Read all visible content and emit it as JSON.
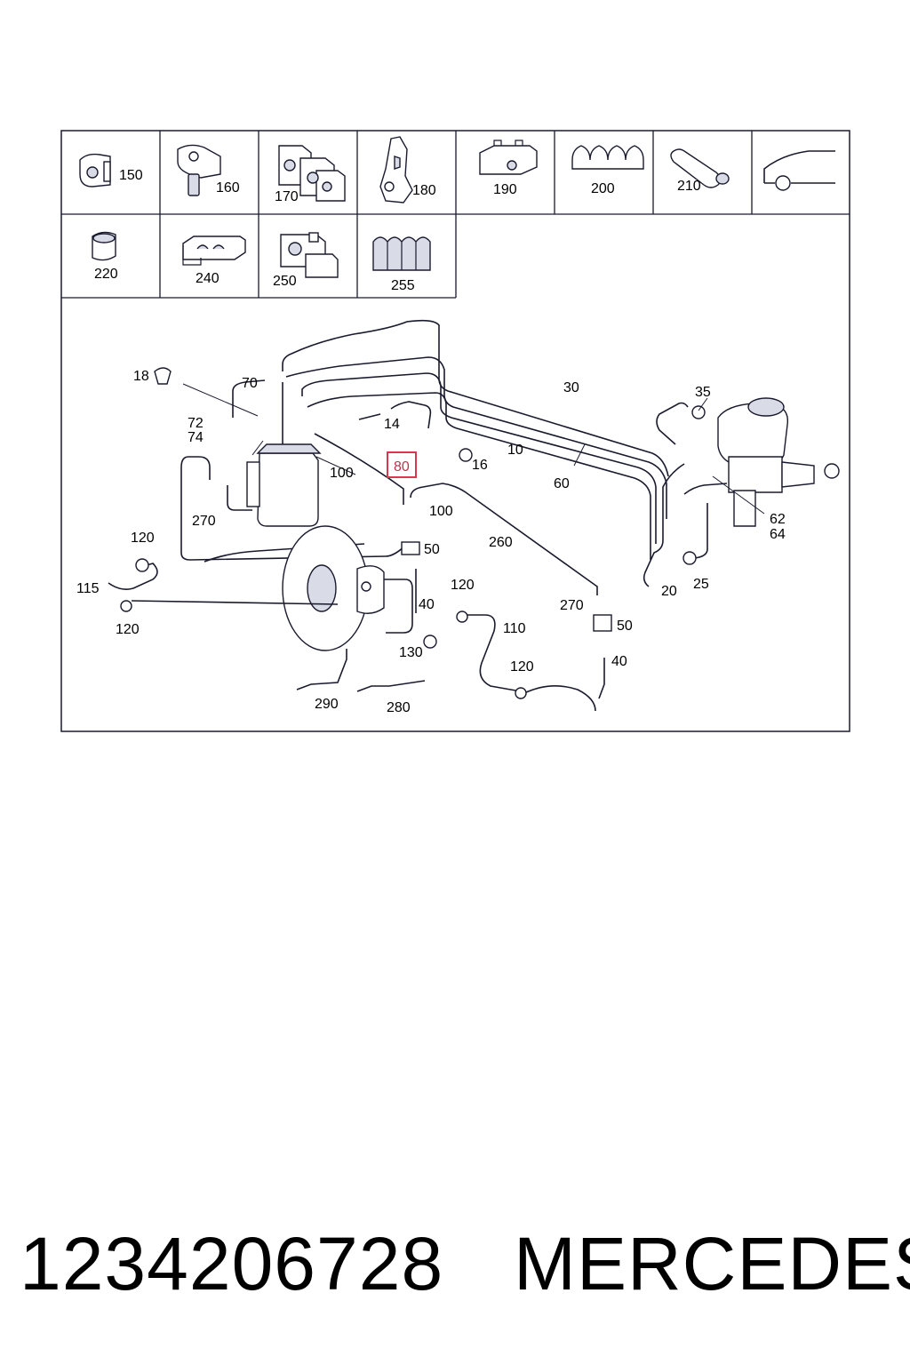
{
  "legend_tiles": [
    {
      "label": "150"
    },
    {
      "label": "160"
    },
    {
      "label": "170"
    },
    {
      "label": "180"
    },
    {
      "label": "190"
    },
    {
      "label": "200"
    },
    {
      "label": "210"
    },
    {
      "label": "220"
    },
    {
      "label": "240"
    },
    {
      "label": "250"
    },
    {
      "label": "255"
    }
  ],
  "callouts": {
    "c18": "18",
    "c70": "70",
    "c30": "30",
    "c35": "35",
    "c72": "72",
    "c74": "74",
    "c14": "14",
    "c10": "10",
    "c16": "16",
    "c100a": "100",
    "c80": "80",
    "c60": "60",
    "c270a": "270",
    "c100b": "100",
    "c62": "62",
    "c64": "64",
    "c120a": "120",
    "c50a": "50",
    "c260": "260",
    "c115": "115",
    "c20": "20",
    "c25": "25",
    "c120b": "120",
    "c40a": "40",
    "c120c": "120",
    "c270b": "270",
    "c50b": "50",
    "c110": "110",
    "c130": "130",
    "c40b": "40",
    "c120d": "120",
    "c290": "290",
    "c280": "280"
  },
  "highlight": {
    "part": "80",
    "color": "#d9364f"
  },
  "footer": {
    "part_number": "1234206728",
    "brand": "MERCEDES"
  }
}
